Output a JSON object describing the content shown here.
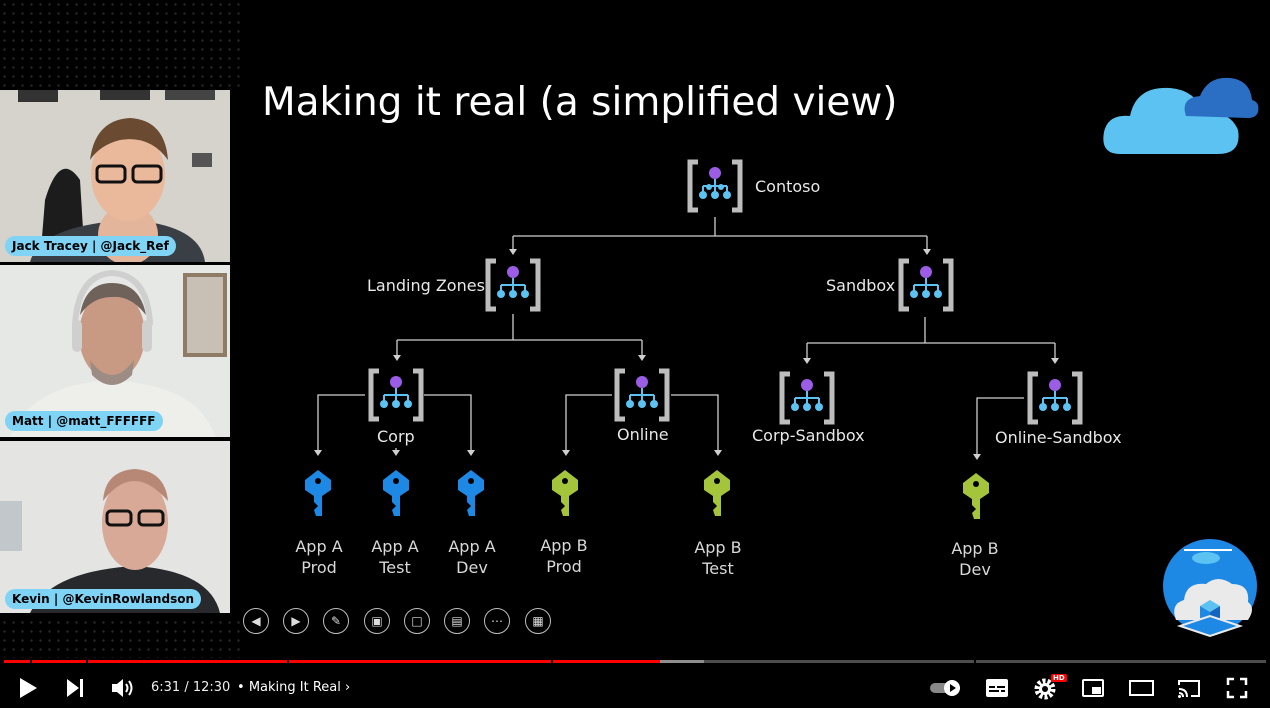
{
  "slide": {
    "title": "Making it real (a simplified view)",
    "nodes": {
      "root": "Contoso",
      "landing_zones": "Landing Zones",
      "sandbox": "Sandbox",
      "corp": "Corp",
      "online": "Online",
      "corp_sandbox": "Corp-Sandbox",
      "online_sandbox": "Online-Sandbox"
    },
    "apps": [
      {
        "line1": "App A",
        "line2": "Prod",
        "color": "#1e88e5"
      },
      {
        "line1": "App A",
        "line2": "Test",
        "color": "#1e88e5"
      },
      {
        "line1": "App A",
        "line2": "Dev",
        "color": "#1e88e5"
      },
      {
        "line1": "App B",
        "line2": "Prod",
        "color": "#a4c43b"
      },
      {
        "line1": "App B",
        "line2": "Test",
        "color": "#a4c43b"
      },
      {
        "line1": "App B",
        "line2": "Dev",
        "color": "#a4c43b"
      }
    ]
  },
  "participants": [
    {
      "name": "Jack Tracey | @Jack_Ref"
    },
    {
      "name": "Matt | @matt_FFFFFF"
    },
    {
      "name": "Kevin | @KevinRowlandson"
    }
  ],
  "player": {
    "current_time": "6:31",
    "duration": "12:30",
    "time_text": "6:31 / 12:30",
    "separator": "•",
    "chapter": "Making It Real",
    "progress": 0.52,
    "buffered": 0.555,
    "hd_badge": "HD",
    "accent": "#ff0000"
  }
}
